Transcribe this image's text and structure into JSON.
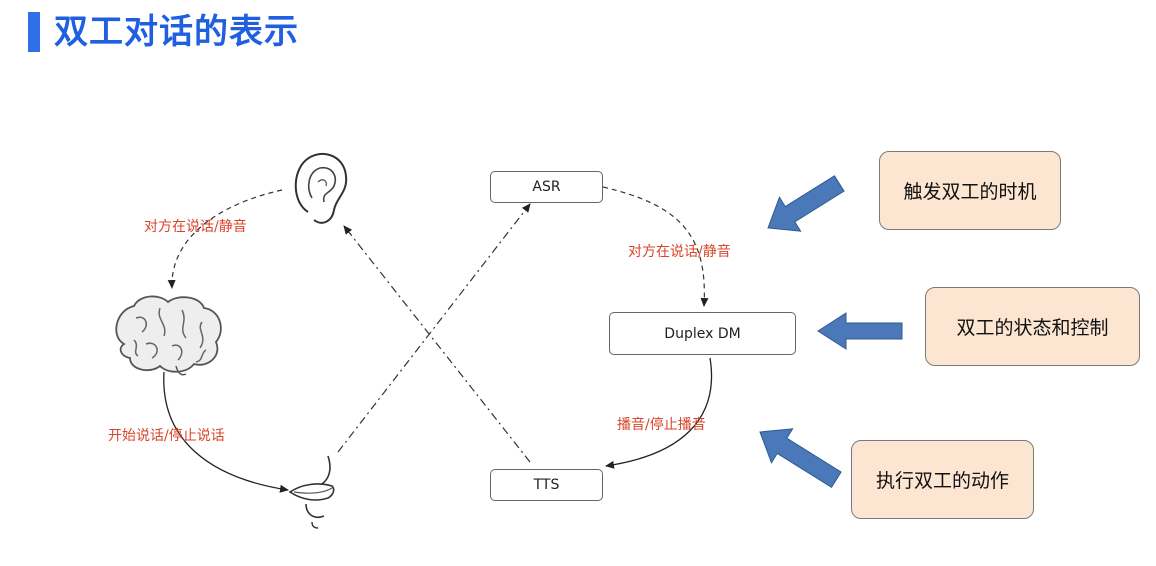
{
  "title": "双工对话的表示",
  "left_loop": {
    "label_top": "对方在说话/静音",
    "label_bottom": "开始说话/停止说话"
  },
  "nodes": {
    "asr": "ASR",
    "dm": "Duplex DM",
    "tts": "TTS"
  },
  "right_loop": {
    "label_top": "对方在说话/静音",
    "label_bottom": "播音/停止播音"
  },
  "callouts": {
    "timing": "触发双工的时机",
    "state": "双工的状态和控制",
    "action": "执行双工的动作"
  },
  "colors": {
    "title": "#1f5fe0",
    "label_red": "#d9442b",
    "callout_fill": "#fce6d2",
    "arrow_blue": "#4a78b8"
  },
  "icons": [
    "ear-icon",
    "brain-icon",
    "mouth-icon"
  ]
}
